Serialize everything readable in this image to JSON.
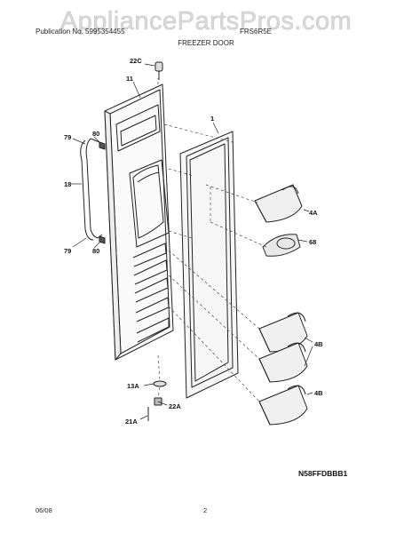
{
  "watermark": "AppliancePartsPros.com",
  "header": {
    "publication": "Publication No. 5995354455",
    "model": "FRS6R5E",
    "section_title": "FREEZER DOOR"
  },
  "callouts": {
    "c22C": "22C",
    "c11": "11",
    "c1": "1",
    "c79a": "79",
    "c80a": "80",
    "c18": "18",
    "c79b": "79",
    "c80b": "80",
    "c4A": "4A",
    "c68": "68",
    "c4B1": "4B",
    "c4B2": "4B",
    "c13A": "13A",
    "c22A": "22A",
    "c21A": "21A"
  },
  "figure_code": "N58FFDBBB1",
  "footer": {
    "date": "06/08",
    "page": "2"
  }
}
